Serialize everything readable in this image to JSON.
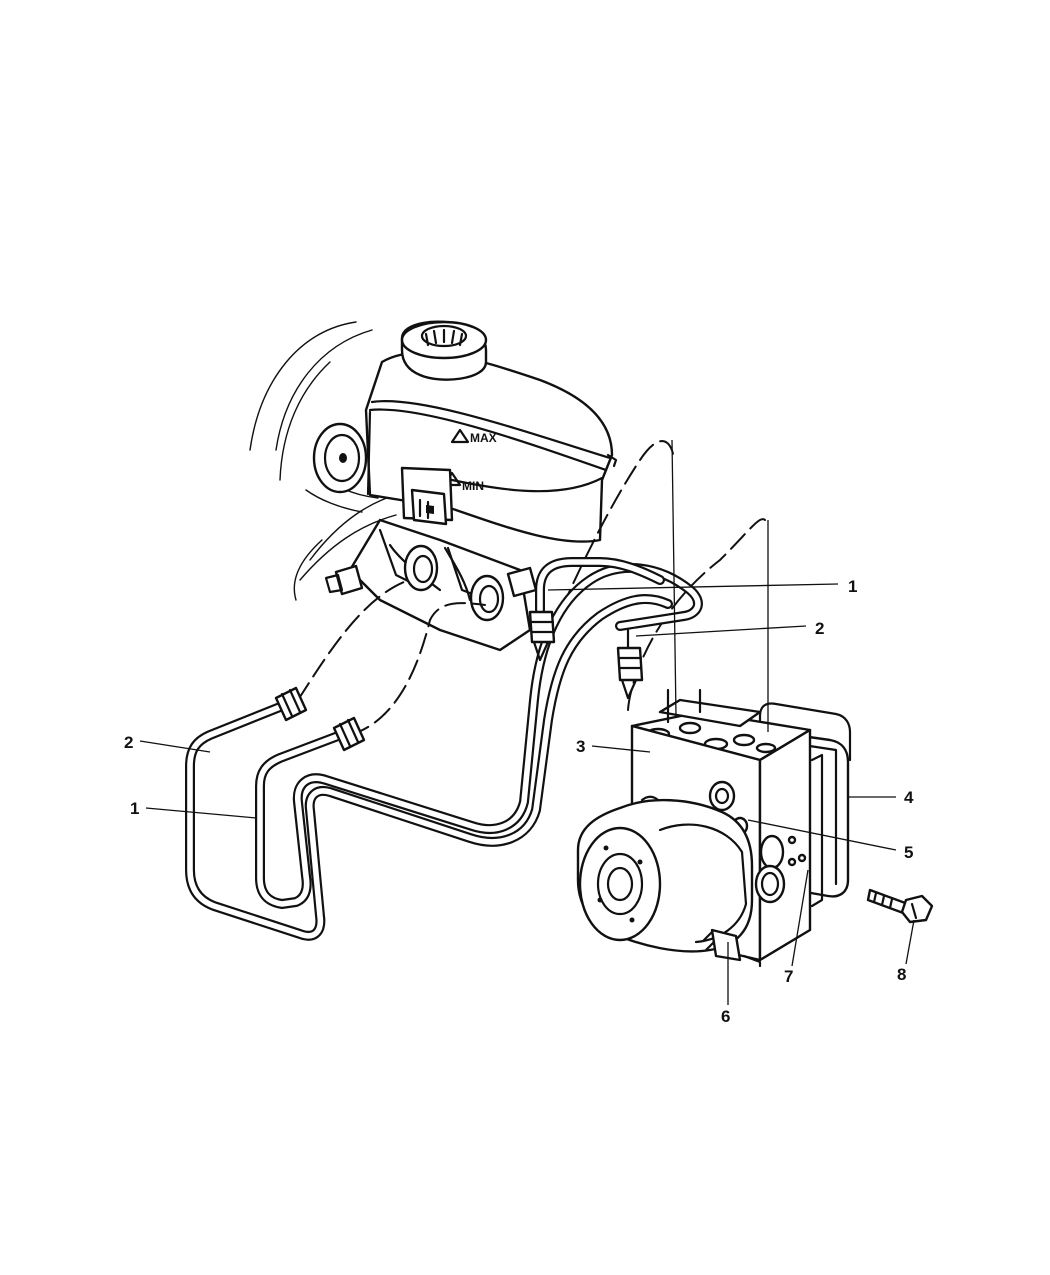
{
  "callouts": {
    "c1_top": "1",
    "c2_top": "2",
    "c2_left": "2",
    "c1_left": "1",
    "c3": "3",
    "c4": "4",
    "c5": "5",
    "c6": "6",
    "c7": "7",
    "c8": "8"
  },
  "reservoir_labels": {
    "upper": "MAX",
    "lower": "MIN"
  }
}
